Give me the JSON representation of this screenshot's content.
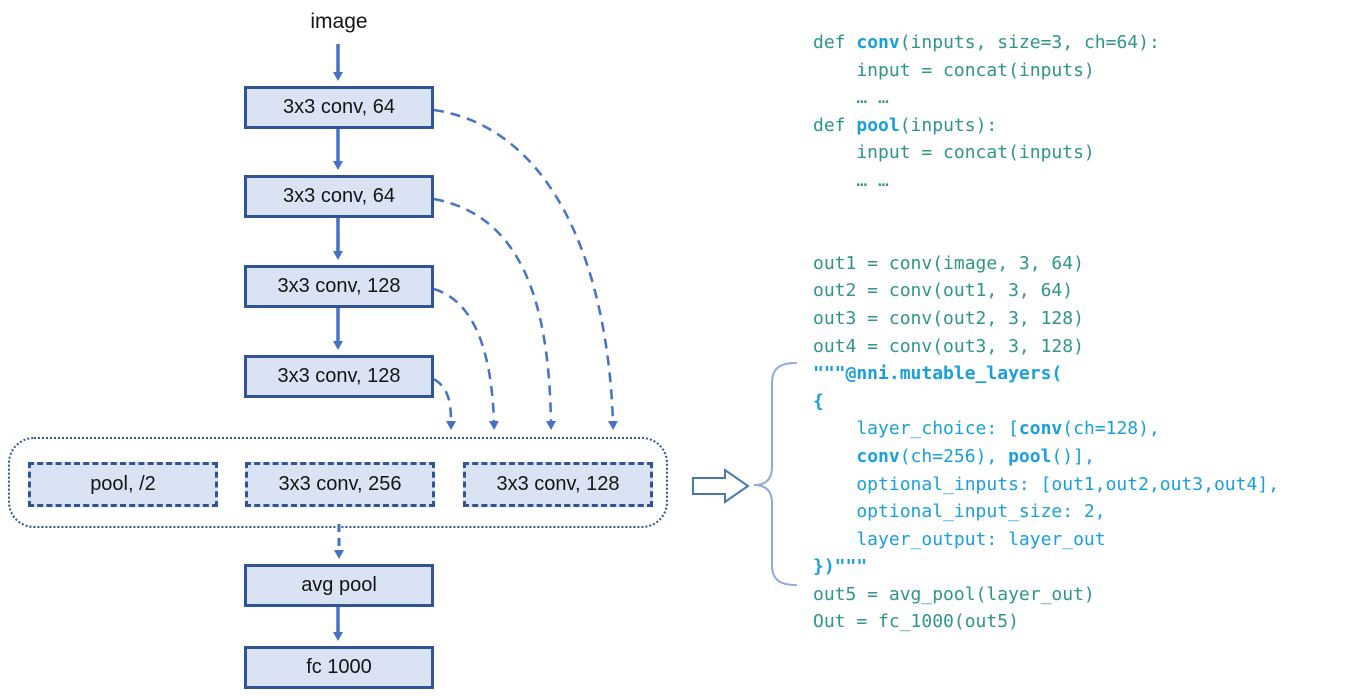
{
  "colors": {
    "box-fill": "#dae3f3",
    "box-border": "#2f5597",
    "arrow": "#4472c4",
    "hollow-arrow": "#4a77ad",
    "brace": "#8ea9db",
    "teal": "#2e948c",
    "blue": "#189fdc"
  },
  "diagram": {
    "input_label": "image",
    "layers": [
      "3x3 conv, 64",
      "3x3 conv, 64",
      "3x3 conv, 128",
      "3x3 conv, 128"
    ],
    "choices": [
      "pool, /2",
      "3x3 conv, 256",
      "3x3 conv, 128"
    ],
    "tail_layers": [
      "avg pool",
      "fc 1000"
    ]
  },
  "code": {
    "lines": [
      [
        {
          "t": "def ",
          "s": "t"
        },
        {
          "t": "conv",
          "s": "bb"
        },
        {
          "t": "(inputs, size=3, ch=64):",
          "s": "t"
        }
      ],
      [
        {
          "t": "    input = concat(inputs)",
          "s": "t"
        }
      ],
      [
        {
          "t": "    … …",
          "s": "t"
        }
      ],
      [
        {
          "t": "def ",
          "s": "t"
        },
        {
          "t": "pool",
          "s": "bb"
        },
        {
          "t": "(inputs):",
          "s": "t"
        }
      ],
      [
        {
          "t": "    input = concat(inputs)",
          "s": "t"
        }
      ],
      [
        {
          "t": "    … …",
          "s": "t"
        }
      ],
      [],
      [],
      [
        {
          "t": "out1 = conv(image, 3, 64)",
          "s": "t"
        }
      ],
      [
        {
          "t": "out2 = conv(out1, 3, 64)",
          "s": "t"
        }
      ],
      [
        {
          "t": "out3 = conv(out2, 3, 128)",
          "s": "t"
        }
      ],
      [
        {
          "t": "out4 = conv(out3, 3, 128)",
          "s": "t"
        }
      ],
      [
        {
          "t": "\"\"\"@nni.mutable_layers(",
          "s": "bb"
        }
      ],
      [
        {
          "t": "{",
          "s": "bb"
        }
      ],
      [
        {
          "t": "    layer_choice: [",
          "s": "b"
        },
        {
          "t": "conv",
          "s": "bb"
        },
        {
          "t": "(ch=128),",
          "s": "b"
        }
      ],
      [
        {
          "t": "    ",
          "s": "b"
        },
        {
          "t": "conv",
          "s": "bb"
        },
        {
          "t": "(ch=256), ",
          "s": "b"
        },
        {
          "t": "pool",
          "s": "bb"
        },
        {
          "t": "()],",
          "s": "b"
        }
      ],
      [
        {
          "t": "    optional_inputs: [out1,out2,out3,out4],",
          "s": "b"
        }
      ],
      [
        {
          "t": "    optional_input_size: 2,",
          "s": "b"
        }
      ],
      [
        {
          "t": "    layer_output: layer_out",
          "s": "b"
        }
      ],
      [
        {
          "t": "})\"\"\"",
          "s": "bb"
        }
      ],
      [
        {
          "t": "out5 = avg_pool(layer_out)",
          "s": "t"
        }
      ],
      [
        {
          "t": "Out = fc_1000(out5)",
          "s": "t"
        }
      ]
    ]
  }
}
